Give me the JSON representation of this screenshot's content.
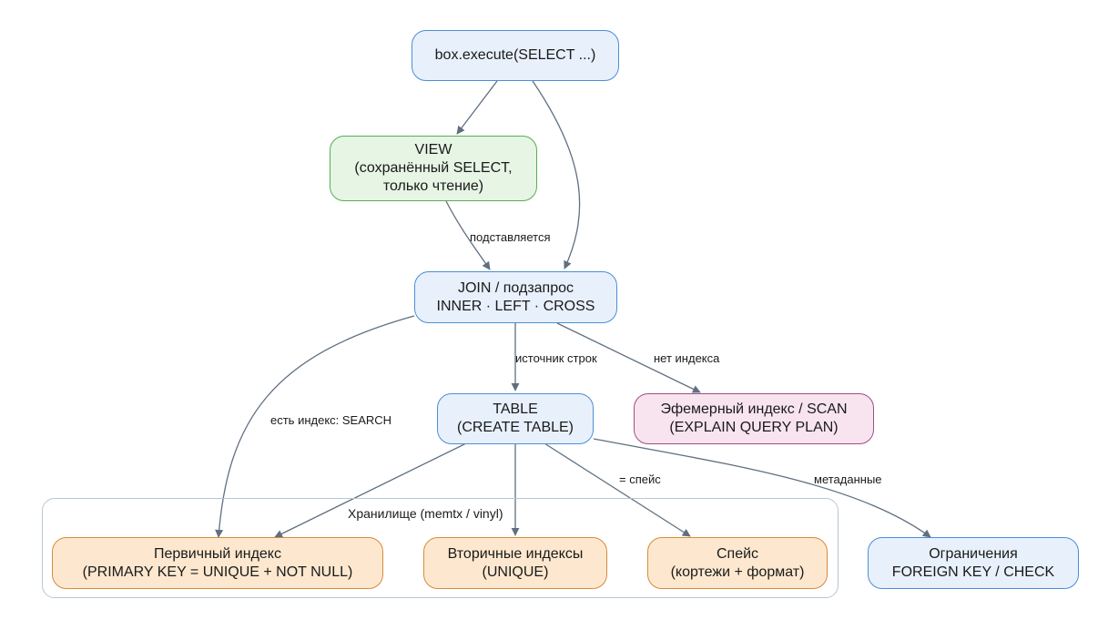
{
  "cluster": {
    "label": "Хранилище (memtx / vinyl)"
  },
  "nodes": {
    "execute": {
      "lines": [
        "box.execute(SELECT ...)"
      ]
    },
    "view": {
      "lines": [
        "VIEW",
        "(сохранённый SELECT,",
        "только чтение)"
      ]
    },
    "join": {
      "lines": [
        "JOIN / подзапрос",
        "INNER · LEFT · CROSS"
      ]
    },
    "table": {
      "lines": [
        "TABLE",
        "(CREATE TABLE)"
      ]
    },
    "ephemeral": {
      "lines": [
        "Эфемерный индекс / SCAN",
        "(EXPLAIN QUERY PLAN)"
      ]
    },
    "primary": {
      "lines": [
        "Первичный индекс",
        "(PRIMARY KEY = UNIQUE + NOT NULL)"
      ]
    },
    "secondary": {
      "lines": [
        "Вторичные индексы",
        "(UNIQUE)"
      ]
    },
    "space": {
      "lines": [
        "Спейс",
        "(кортежи + формат)"
      ]
    },
    "constraints": {
      "lines": [
        "Ограничения",
        "FOREIGN KEY / CHECK"
      ]
    }
  },
  "edge_labels": {
    "substituted": "подставляется",
    "row_source": "источник строк",
    "no_index": "нет индекса",
    "has_index": "есть индекс: SEARCH",
    "equals_space": "= спейс",
    "metadata": "метаданные"
  },
  "colors": {
    "edge": "#5f6f80",
    "blue_fill": "#e8f0fc",
    "blue_border": "#4a8fd6",
    "green_fill": "#e6f5e4",
    "green_border": "#5aad52",
    "orange_fill": "#fde8cf",
    "orange_border": "#d98a3a",
    "pink_fill": "#f8e4ee",
    "pink_border": "#a04d8c"
  }
}
